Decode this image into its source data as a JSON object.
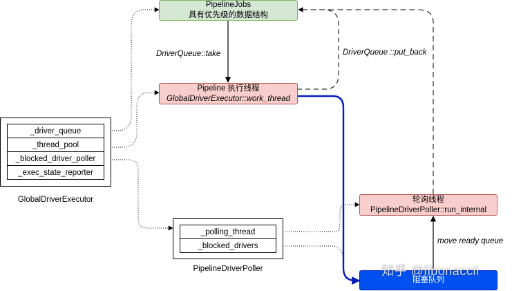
{
  "nodes": {
    "pipeline_jobs": {
      "title": "PipelineJobs",
      "subtitle": "具有优先级的数据结构"
    },
    "work_thread": {
      "title": "Pipeline 执行线程",
      "subtitle": "GlobalDriverExecutor::work_thread"
    },
    "poller_thread": {
      "title": "轮询线程",
      "subtitle": "PipelineDriverPoller::run_internal"
    },
    "blocked_queue": {
      "title": "阻塞队列"
    }
  },
  "executor": {
    "label": "GlobalDriverExecutor",
    "fields": [
      "_driver_queue",
      "_thread_pool",
      "_blocked_driver_poller",
      "_exec_state_reporter"
    ]
  },
  "poller": {
    "label": "PipelineDriverPoller",
    "fields": [
      "_polling_thread",
      "_blocked_drivers"
    ]
  },
  "edges": {
    "take": "DriverQueue::take",
    "put_back": "DriverQueue ::put_back",
    "move_ready": "move ready queue"
  },
  "watermark": "知乎 @fibonaccii",
  "colors": {
    "green_fill": "#d5e8d4",
    "green_stroke": "#82b366",
    "red_fill": "#f8cecc",
    "red_stroke": "#b85450",
    "blue_fill": "#0050ef",
    "blue_stroke": "#001dbc",
    "thick_edge": "#001dbc"
  }
}
